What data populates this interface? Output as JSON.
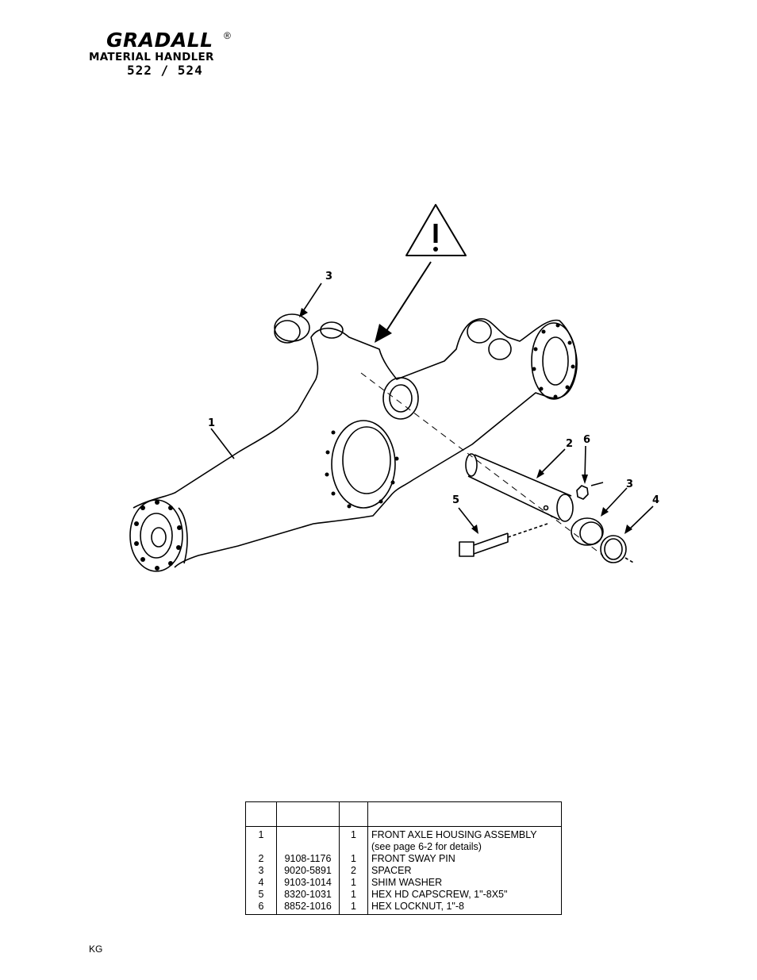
{
  "header": {
    "brand": "GRADALL",
    "registered": "®",
    "subtitle": "MATERIAL HANDLER",
    "model": "522 / 524"
  },
  "diagram": {
    "callouts": [
      "1",
      "2",
      "3",
      "3",
      "4",
      "5",
      "6"
    ],
    "warning_symbol": "!",
    "icon": "warning-triangle-icon"
  },
  "parts_table": {
    "headers": [
      "",
      "",
      "",
      ""
    ],
    "rows": [
      {
        "item": "1",
        "part": "",
        "qty": "1",
        "desc": "FRONT AXLE HOUSING ASSEMBLY"
      },
      {
        "item": "",
        "part": "",
        "qty": "",
        "desc": "(see page 6-2 for details)"
      },
      {
        "item": "2",
        "part": "9108-1176",
        "qty": "1",
        "desc": "FRONT SWAY PIN"
      },
      {
        "item": "3",
        "part": "9020-5891",
        "qty": "2",
        "desc": "SPACER"
      },
      {
        "item": "4",
        "part": "9103-1014",
        "qty": "1",
        "desc": "SHIM WASHER"
      },
      {
        "item": "5",
        "part": "8320-1031",
        "qty": "1",
        "desc": "HEX HD CAPSCREW, 1\"-8X5\""
      },
      {
        "item": "6",
        "part": "8852-1016",
        "qty": "1",
        "desc": "HEX LOCKNUT, 1\"-8"
      }
    ]
  },
  "footer": {
    "code": "KG"
  }
}
